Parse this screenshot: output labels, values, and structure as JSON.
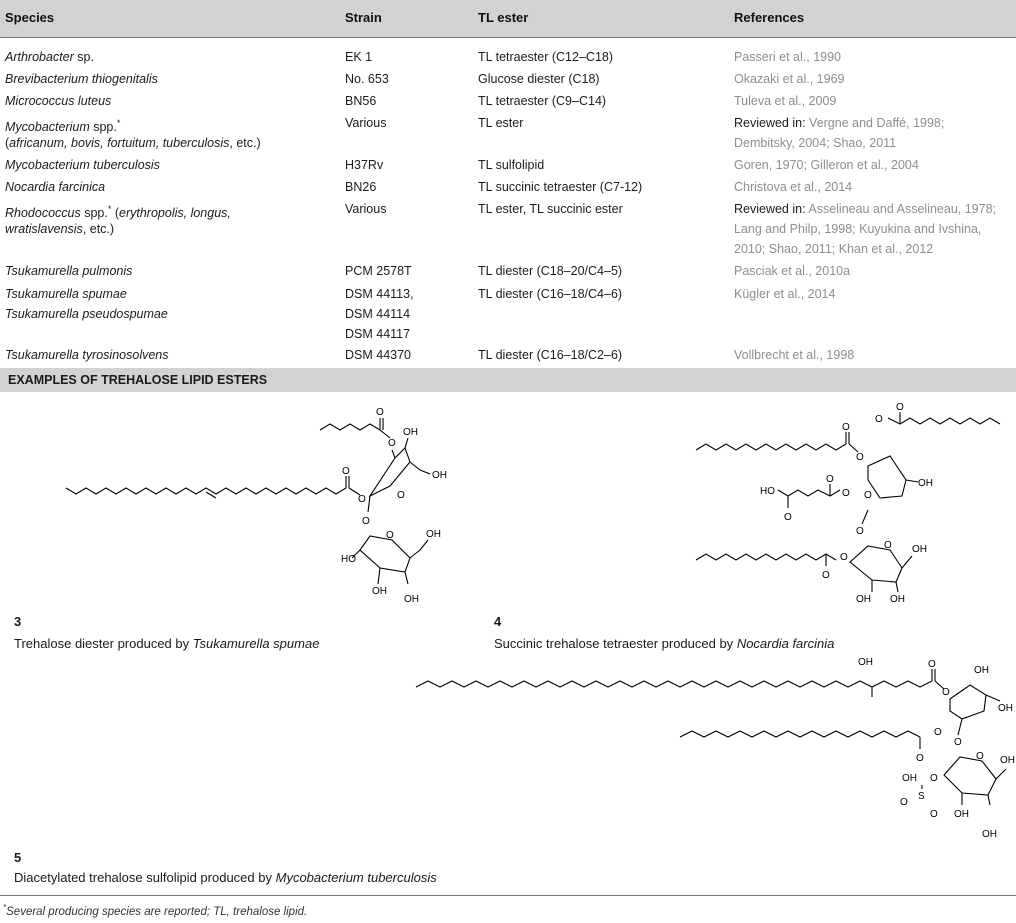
{
  "table": {
    "headers": {
      "species": "Species",
      "strain": "Strain",
      "ester": "TL ester",
      "refs": "References"
    },
    "rows": [
      {
        "species": "Arthrobacter",
        "species_rest": " sp.",
        "strain": "EK 1",
        "ester": "TL tetraester (C12–C18)",
        "ref": "Passeri et al., 1990"
      },
      {
        "species": "Brevibacterium thiogenitalis",
        "strain": "No. 653",
        "ester": "Glucose diester (C18)",
        "ref": "Okazaki et al., 1969"
      },
      {
        "species": "Micrococcus luteus",
        "strain": "BN56",
        "ester": "TL tetraester (C9–C14)",
        "ref": "Tuleva et al., 2009"
      },
      {
        "species": "Mycobacterium",
        "species_rest": " spp.",
        "mark": "*",
        "species_line2_open": "(",
        "species_line2": "africanum, bovis, fortuitum, tuberculosis",
        "species_line2_close": ", etc.)",
        "strain": "Various",
        "ester": "TL ester",
        "ref_prefix": "Reviewed in: ",
        "ref": "Vergne and Daffé, 1998;",
        "ref_line2": "Dembitsky, 2004; Shao, 2011"
      },
      {
        "species": "Mycobacterium tuberculosis",
        "strain": "H37Rv",
        "ester": "TL sulfolipid",
        "ref": "Goren, 1970; Gilleron et al., 2004"
      },
      {
        "species": "Nocardia farcinica",
        "strain": "BN26",
        "ester": "TL succinic tetraester (C7-12)",
        "ref": "Christova et al., 2014"
      },
      {
        "species": "Rhodococcus",
        "species_rest": " spp.",
        "mark": "*",
        "species_line1_tail_open": " (",
        "species_line1_tail": "erythropolis, longus,",
        "species_line2": "wratislavensis",
        "species_line2_close": ", etc.)",
        "strain": "Various",
        "ester": "TL ester, TL succinic ester",
        "ref_prefix": "Reviewed in: ",
        "ref": "Asselineau and Asselineau, 1978;",
        "ref_line2": "Lang and Philp, 1998; Kuyukina and Ivshina,",
        "ref_line3": "2010; Shao, 2011; Khan et al., 2012"
      },
      {
        "species": "Tsukamurella pulmonis",
        "strain": "PCM 2578T",
        "ester": "TL diester (C18–20/C4–5)",
        "ref": "Pasciak et al., 2010a"
      },
      {
        "species": "Tsukamurella spumae",
        "species_line2": "Tsukamurella pseudospumae",
        "strain": "DSM 44113,",
        "strain_line2": "DSM 44114",
        "strain_line3": "DSM 44117",
        "ester": "TL diester (C16–18/C4–6)",
        "ref": "Kügler et al., 2014"
      },
      {
        "species": "Tsukamurella tyrosinosolvens",
        "strain": "DSM 44370",
        "ester": "TL diester (C16–18/C2–6)",
        "ref": "Vollbrecht et al., 1998"
      }
    ]
  },
  "section": {
    "title": "EXAMPLES OF TREHALOSE LIPID ESTERS"
  },
  "structures": [
    {
      "number": "3",
      "caption_prefix": "Trehalose diester produced by ",
      "caption_species": "Tsukamurella spumae"
    },
    {
      "number": "4",
      "caption_prefix": "Succinic trehalose tetraester produced by ",
      "caption_species": "Nocardia farcinia"
    },
    {
      "number": "5",
      "caption_prefix": "Diacetylated trehalose sulfolipid produced by ",
      "caption_species": "Mycobacterium tuberculosis"
    }
  ],
  "atoms": {
    "oxygen": "O",
    "hydroxyl": "OH",
    "hydroxyl_left": "HO",
    "sulfur": "S"
  },
  "footnote": {
    "mark": "*",
    "text": "Several producing species are reported; TL, trehalose lipid."
  }
}
